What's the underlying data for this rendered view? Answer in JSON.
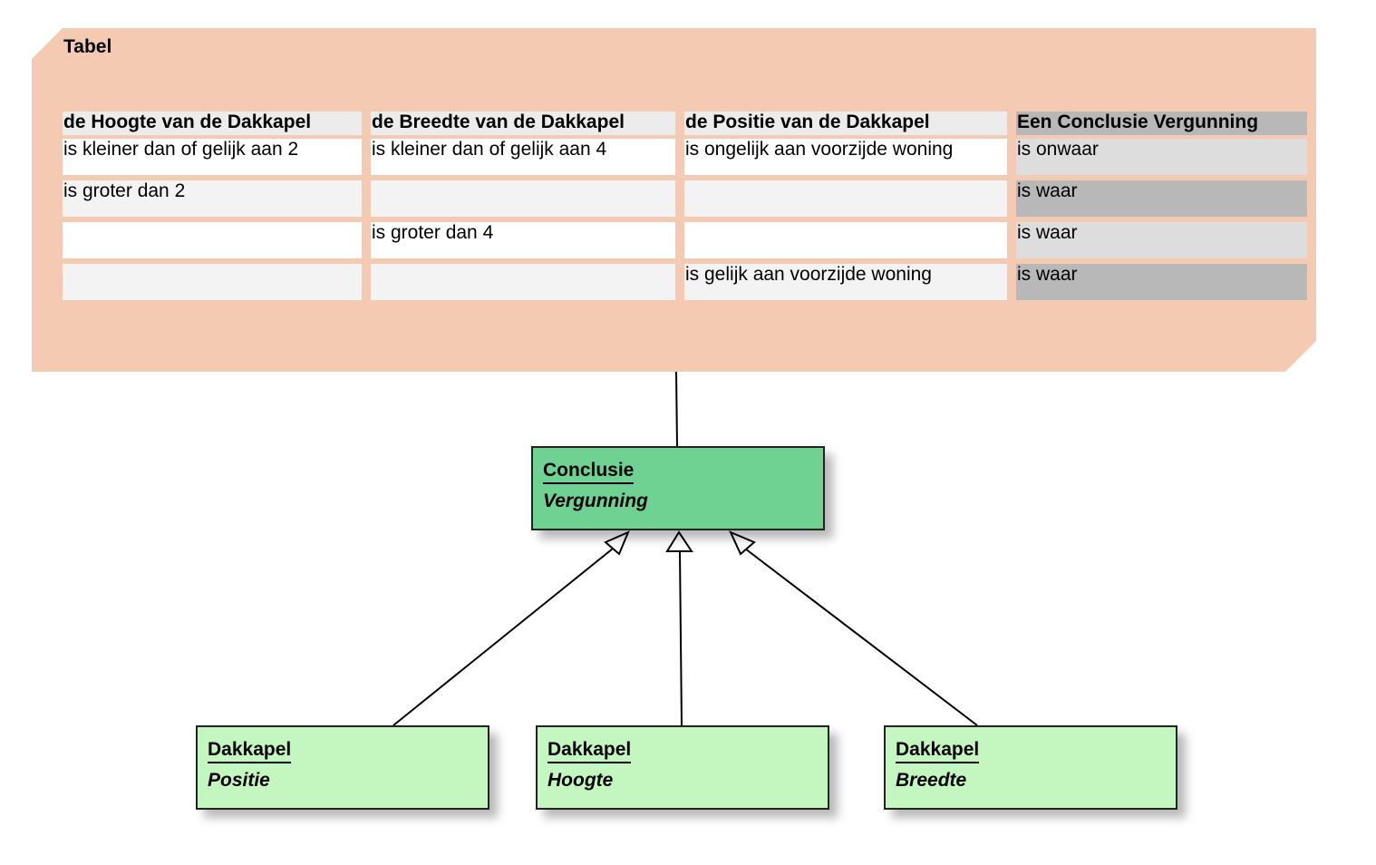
{
  "table_panel": {
    "title": "Tabel",
    "headers": [
      "de Hoogte van de Dakkapel",
      "de Breedte van de Dakkapel",
      "de Positie van de Dakkapel",
      "Een Conclusie Vergunning"
    ],
    "rows": [
      [
        "is kleiner dan of gelijk aan 2",
        "is kleiner dan of gelijk aan 4",
        "is ongelijk aan voorzijde woning",
        "is onwaar"
      ],
      [
        "is groter dan 2",
        "",
        "",
        "is waar"
      ],
      [
        "",
        "is groter dan 4",
        "",
        "is waar"
      ],
      [
        "",
        "",
        "is gelijk aan voorzijde woning",
        "is waar"
      ]
    ]
  },
  "conclusion_box": {
    "title": "Conclusie",
    "subtitle": "Vergunning"
  },
  "input_boxes": [
    {
      "title": "Dakkapel",
      "subtitle": "Positie"
    },
    {
      "title": "Dakkapel",
      "subtitle": "Hoogte"
    },
    {
      "title": "Dakkapel",
      "subtitle": "Breedte"
    }
  ],
  "colors": {
    "panel": "#f4cbb2",
    "conclusion_fill": "#6fd293",
    "input_fill": "#c4f7c0",
    "conclusion_column_dark": "#b8b8b8",
    "conclusion_column_light": "#dddddd"
  }
}
